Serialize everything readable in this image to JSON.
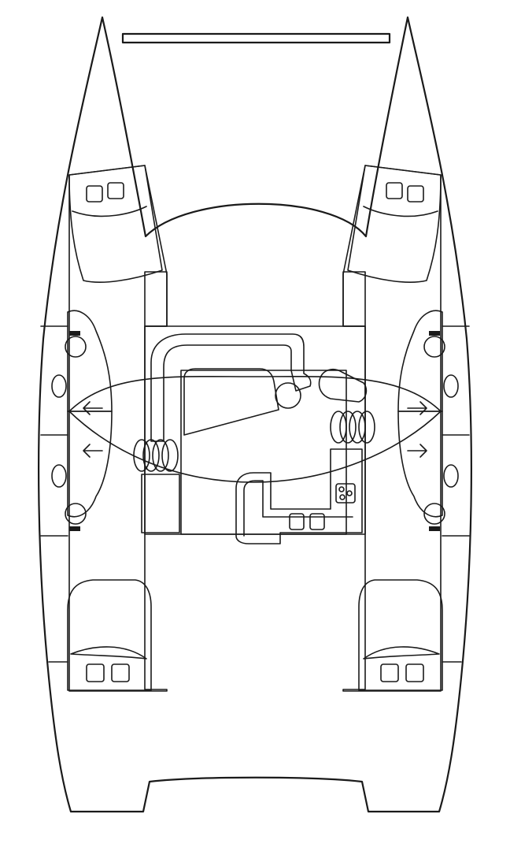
{
  "diagram": {
    "kind": "catamaran-deck-plan",
    "hulls": 2,
    "cabins": 4,
    "heads": 4,
    "bunk_pillows_per_cabin": 2,
    "stairs_arrows": [
      "left",
      "left",
      "right",
      "right"
    ],
    "colors": {
      "hull_interior": "#a9dbe8",
      "cabin_bed": "#86bccb",
      "head": "#c9de8d",
      "saloon": "#fbd88e",
      "outline": "#1a1a1a",
      "background": "#ffffff"
    }
  }
}
